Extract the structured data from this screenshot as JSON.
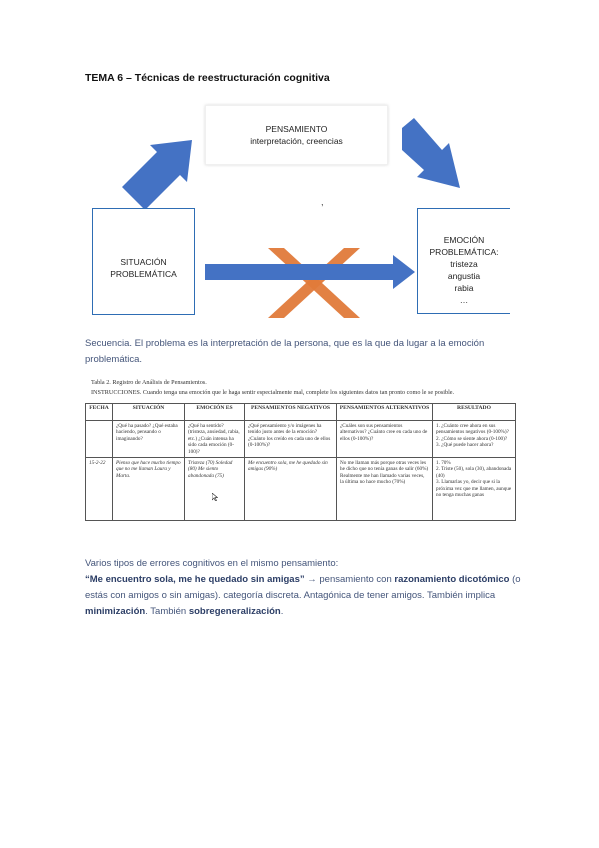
{
  "heading": "TEMA 6 – Técnicas de reestructuración cognitiva",
  "diagram": {
    "thought_box": {
      "title": "PENSAMIENTO",
      "subtitle": "interpretación, creencias"
    },
    "situation_box": {
      "line1": "SITUACIÓN",
      "line2": "PROBLEMÁTICA"
    },
    "emotion_box": {
      "line1": "EMOCIÓN",
      "line2": "PROBLEMÁTICA:",
      "items": [
        "tristeza",
        "angustia",
        "rabia",
        "…"
      ]
    },
    "stray_mark": ",",
    "colors": {
      "arrow": "#4472c4",
      "cross": "#e07a3a",
      "box_border": "#2e6db4"
    }
  },
  "caption": "Secuencia. El problema es la interpretación de la persona, que es la que da lugar a la emoción problemática.",
  "record_sheet": {
    "title": "Tabla 2. Registro de Análisis de Pensamientos.",
    "instructions": "INSTRUCCIONES. Cuando tenga una emoción que le haga sentir especialmente mal, complete los siguientes datos tan pronto como le se posible.",
    "columns": [
      "FECHA",
      "SITUACIÓN",
      "EMOCIÓN ES",
      "PENSAMIENTOS NEGATIVOS",
      "PENSAMIENTOS ALTERNATIVOS",
      "RESULTADO"
    ],
    "question_row": [
      "",
      "¿Qué ha pasado? ¿Qué estaba haciendo, pensando o imaginando?",
      "¿Qué ha sentido? (tristeza, ansiedad, rabia, etc.) ¿Cuán intensa ha sido cada emoción (0-100)?",
      "¿Qué pensamiento y/o imágenes ha tenido justo antes de la emoción? ¿Cuánto los creído en cada uno de ellos (0-100%)?",
      "¿Cuáles son sus pensamientos alternativos? ¿Cuánto cree en cada uno de ellos (0-100%)?",
      "1. ¿Cuánto cree ahora en sus pensamientos negativos (0-100%)? 2. ¿Cómo se siente ahora (0-100)? 3. ¿Qué puede hacer ahora?"
    ],
    "example_row": [
      "15-2-22",
      "Pienso que hace mucho tiempo que no me llaman Laura y Marta.",
      "Tristeza (70) Soledad (80) Me siento abandonada (75)",
      "Me encuentro sola, me he quedado sin amigas (90%)",
      "No me llaman más porque otras veces les he dicho que no tenía ganas de salir (60%) Realmente me han llamado varias veces, la última no hace mucho (70%)",
      ""
    ],
    "result_items": [
      "1. 70%",
      "2. Triste (50), sola (30), abandonada (40)",
      "3. Llamarlas yo, decir que si la próxima vez que me llamen, aunque no tenga muchas ganas"
    ]
  },
  "paragraph": {
    "line1": "Varios tipos de errores cognitivos en el mismo pensamiento:",
    "quote": "“Me encuentro sola, me he quedado sin amigas”",
    "arrow": " → ",
    "after_arrow": "pensamiento con ",
    "bold_dichotomous": "razonamiento dicotómico",
    "after_dichotomous": " (o estás con amigos o sin amigas). categoría discreta. Antagónica de tener amigos. También implica ",
    "bold_min": "minimización",
    "after_min": ". También ",
    "bold_over": "sobregeneralización",
    "end": "."
  }
}
